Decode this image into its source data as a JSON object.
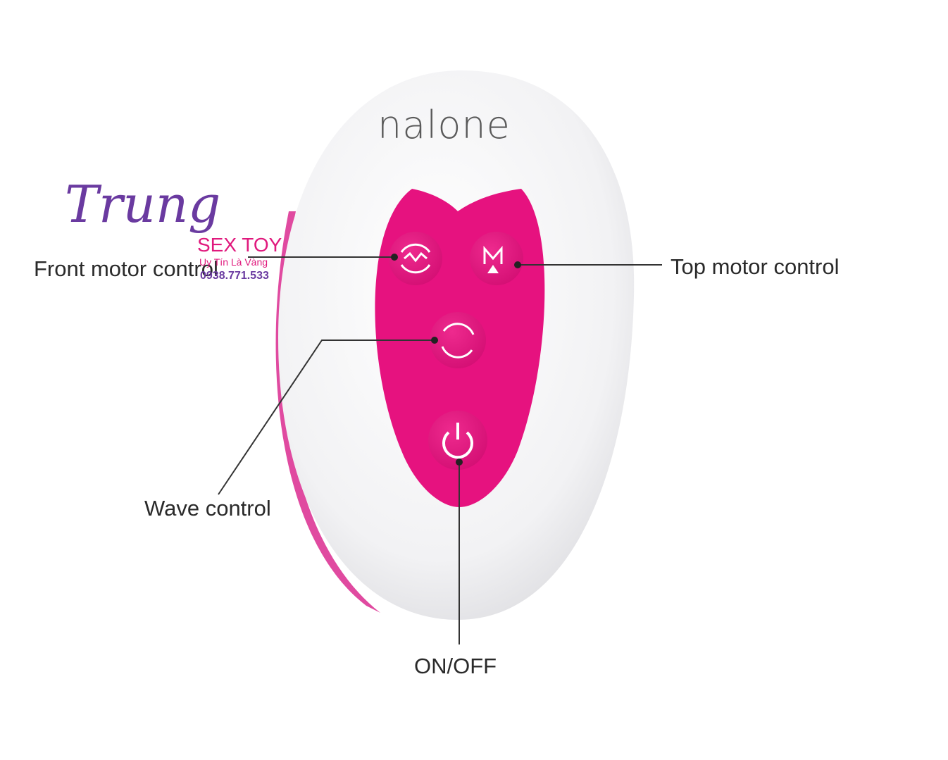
{
  "brand": "nalone",
  "labels": {
    "front_motor": "Front motor control",
    "top_motor": "Top motor control",
    "wave": "Wave control",
    "onoff": "ON/OFF"
  },
  "watermark": {
    "script": "Trung",
    "sextoy": "SEX TOY",
    "tagline": "Uy Tín Là Vàng",
    "phone": "0938.771.533"
  },
  "colors": {
    "panel": "#e6127f",
    "shell": "#f4f4f6",
    "line": "#333333"
  }
}
